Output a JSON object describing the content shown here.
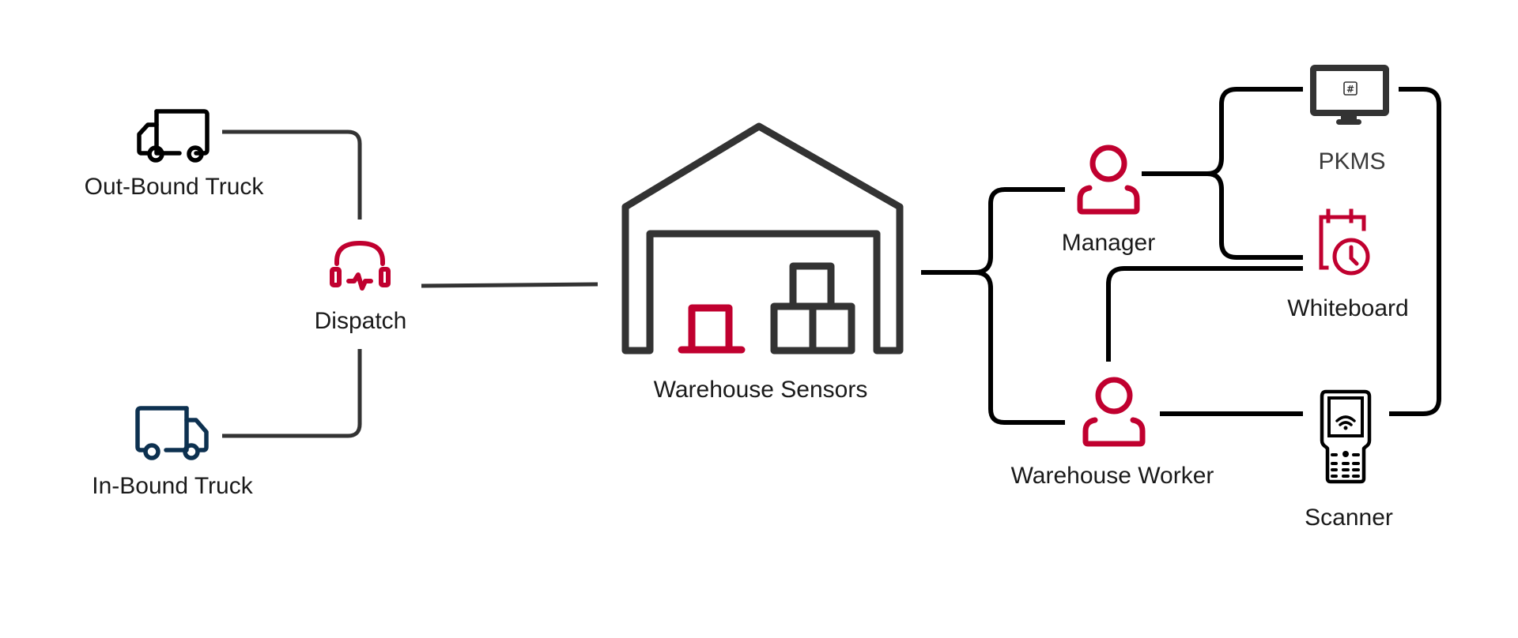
{
  "colors": {
    "accent_red": "#c0002f",
    "navy": "#0d3150",
    "dark_grey": "#333333",
    "black": "#000000"
  },
  "nodes": {
    "outbound_truck": {
      "label": "Out-Bound Truck",
      "icon": "truck-icon"
    },
    "inbound_truck": {
      "label": "In-Bound Truck",
      "icon": "truck-icon"
    },
    "dispatch": {
      "label": "Dispatch",
      "icon": "headset-icon"
    },
    "warehouse_sensors": {
      "label": "Warehouse Sensors",
      "icon": "warehouse-icon"
    },
    "manager": {
      "label": "Manager",
      "icon": "person-icon"
    },
    "warehouse_worker": {
      "label": "Warehouse Worker",
      "icon": "person-icon"
    },
    "pkms": {
      "label": "PKMS",
      "icon": "monitor-icon",
      "screen_glyph": "#"
    },
    "whiteboard": {
      "label": "Whiteboard",
      "icon": "calendar-clock-icon"
    },
    "scanner": {
      "label": "Scanner",
      "icon": "handheld-scanner-icon"
    }
  },
  "edges": [
    {
      "from": "Out-Bound Truck",
      "to": "Dispatch"
    },
    {
      "from": "In-Bound Truck",
      "to": "Dispatch"
    },
    {
      "from": "Dispatch",
      "to": "Warehouse Sensors"
    },
    {
      "from": "Warehouse Sensors",
      "to": "Manager"
    },
    {
      "from": "Warehouse Sensors",
      "to": "Warehouse Worker"
    },
    {
      "from": "Manager",
      "to": "PKMS"
    },
    {
      "from": "Manager",
      "to": "Whiteboard"
    },
    {
      "from": "Whiteboard",
      "to": "Warehouse Worker"
    },
    {
      "from": "Warehouse Worker",
      "to": "Scanner"
    },
    {
      "from": "PKMS",
      "to": "Scanner"
    }
  ]
}
